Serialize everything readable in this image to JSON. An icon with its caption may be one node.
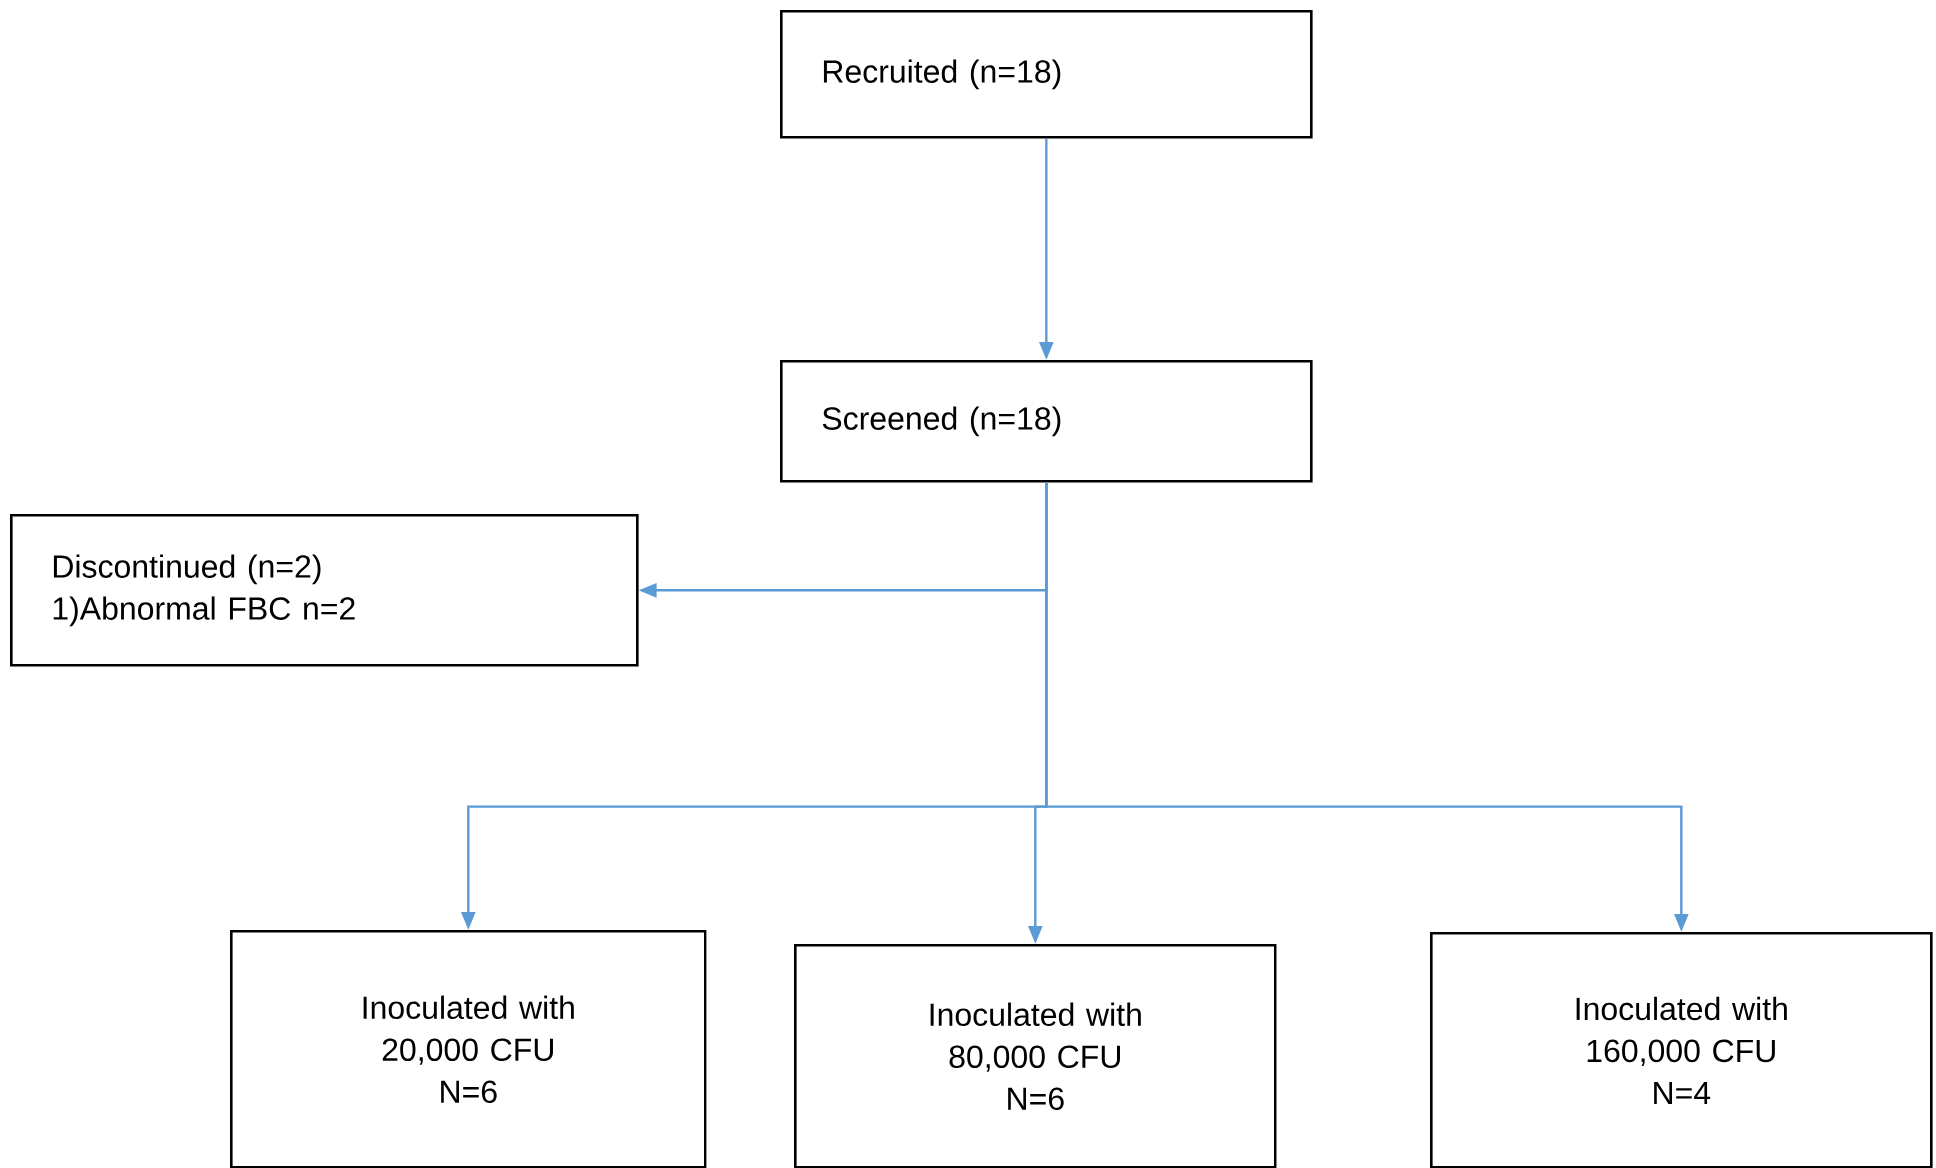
{
  "diagram": {
    "nodes": [
      {
        "text": [
          "Recruited (n=18)"
        ]
      },
      {
        "text": [
          "Screened (n=18)"
        ]
      },
      {
        "text": [
          "Discontinued (n=2)",
          "1)Abnormal FBC n=2"
        ]
      },
      {
        "text": [
          "Inoculated with",
          "20,000 CFU",
          "N=6"
        ]
      },
      {
        "text": [
          "Inoculated with",
          "80,000 CFU",
          "N=6"
        ]
      },
      {
        "text": [
          "Inoculated with",
          "160,000 CFU",
          "N=4"
        ]
      }
    ],
    "edges": [
      {
        "from": 0,
        "to": 1,
        "arrow": "to"
      },
      {
        "from": 1,
        "to": 2,
        "arrow": "to"
      },
      {
        "from": 1,
        "to": 3,
        "arrow": "to"
      },
      {
        "from": 1,
        "to": 4,
        "arrow": "to"
      },
      {
        "from": 1,
        "to": 5,
        "arrow": "to"
      }
    ]
  }
}
